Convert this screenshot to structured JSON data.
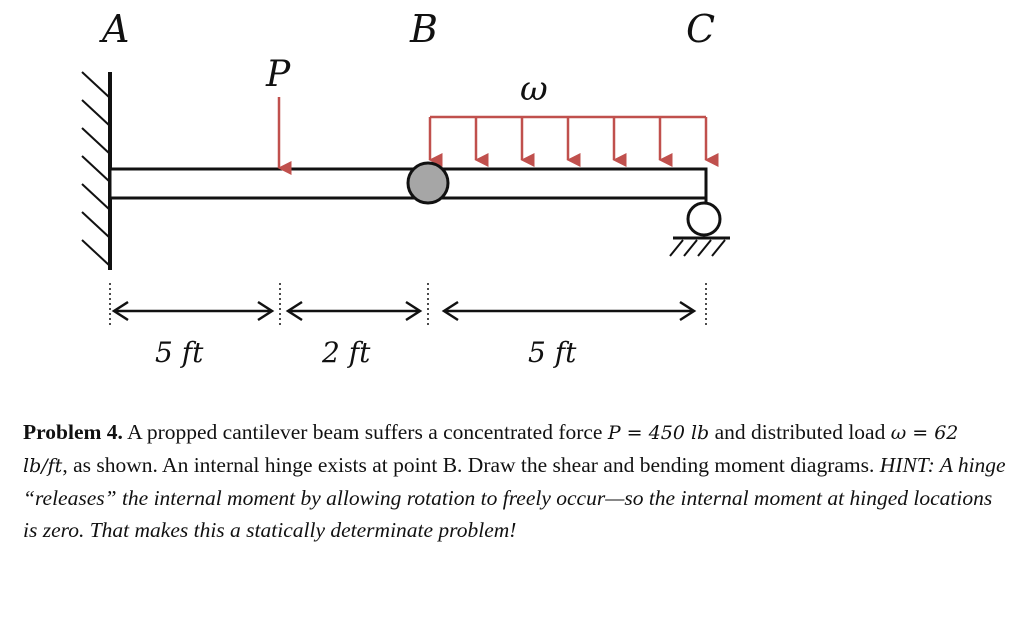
{
  "diagram": {
    "points": {
      "a": "A",
      "b": "B",
      "c": "C"
    },
    "load_p": "P",
    "load_w": "ω",
    "dimensions": [
      "5 ft",
      "2 ft",
      "5 ft"
    ],
    "colors": {
      "load": "#c0504d",
      "hinge": "#a6a6a6",
      "beam": "#111111"
    }
  },
  "problem": {
    "number": "Problem 4.",
    "text1": " A propped cantilever beam suffers a concentrated force ",
    "p_expr": "P = 450 lb",
    "text2": " and distributed load ",
    "w_expr": "ω = 62 lb/ft",
    "text3": ", as shown. An internal hinge exists at point B. Draw the shear and bending moment diagrams. ",
    "hint": "HINT: A hinge “releases” the internal moment by allowing rotation to freely occur—so the internal moment at hinged locations is zero. That makes this a statically determinate problem!"
  }
}
